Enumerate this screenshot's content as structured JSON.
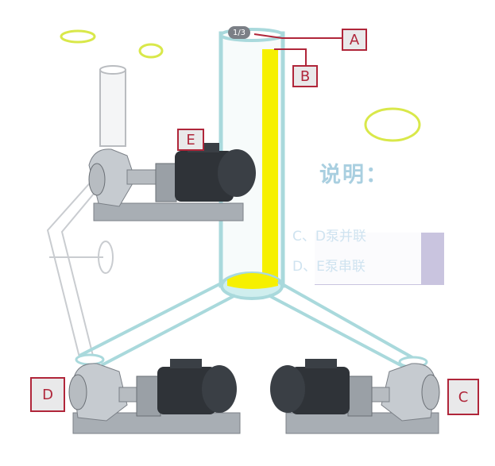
{
  "page_indicator": "1/3",
  "labels": {
    "a": "A",
    "b": "B",
    "c": "C",
    "d": "D",
    "e": "E"
  },
  "note": {
    "title": "说明：",
    "line1": "C、D泵并联",
    "line2": "D、E泵串联"
  },
  "colors": {
    "pipe_outline": "#a9d9dc",
    "liquid": "#f6f000",
    "label_border": "#b0263a",
    "ellipse": "#d9e84a",
    "pump_body": "#a8aeb4",
    "motor": "#2f3338",
    "note_panel": "#c9c4df"
  }
}
